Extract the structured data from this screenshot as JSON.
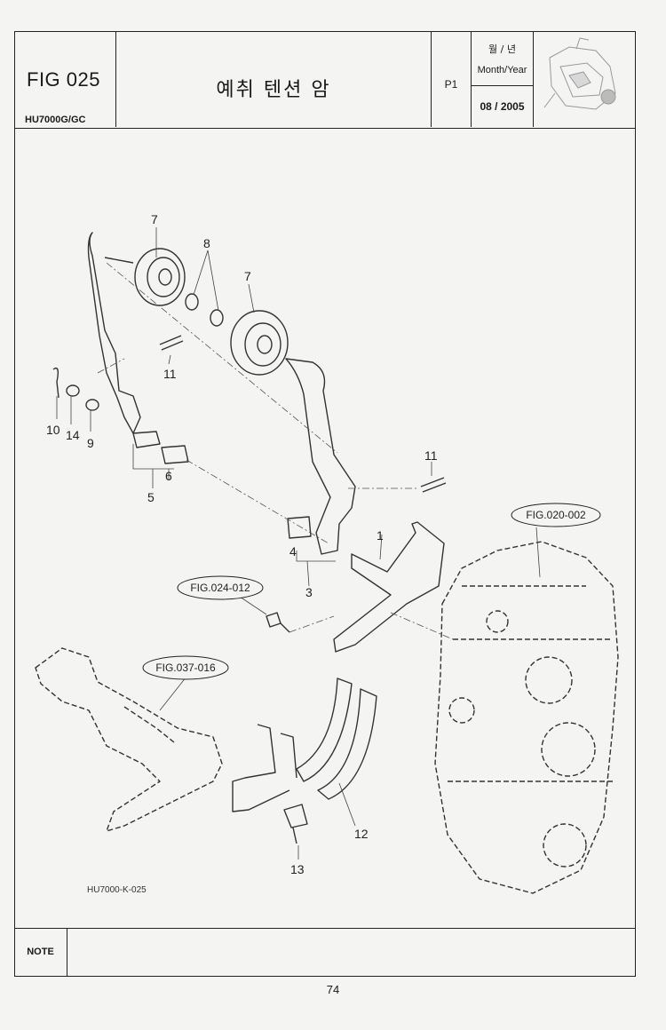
{
  "header": {
    "figure_number": "FIG 025",
    "model": "HU7000G/GC",
    "title": "예취 텐션 암",
    "page_label": "P1",
    "month_year_ko": "월 / 년",
    "month_year_en": "Month/Year",
    "date": "08 / 2005"
  },
  "diagram": {
    "part_labels": [
      "7",
      "8",
      "7",
      "11",
      "10",
      "14",
      "9",
      "6",
      "5",
      "11",
      "1",
      "4",
      "3",
      "12",
      "13"
    ],
    "references": [
      "FIG.020-002",
      "FIG.024-012",
      "FIG.037-016"
    ],
    "drawing_code": "HU7000-K-025"
  },
  "footer": {
    "note_label": "NOTE",
    "page_number": "74"
  }
}
